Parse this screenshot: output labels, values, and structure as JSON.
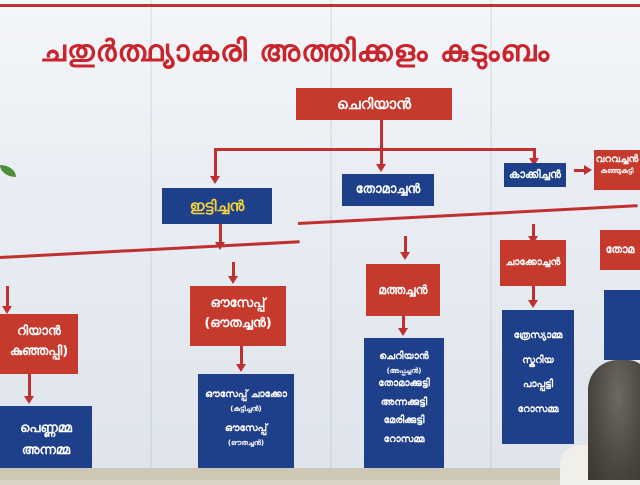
{
  "title": "ചതുർത്ഥ്യാകരി അത്തിക്കളം കുടുംബം",
  "root": "ചെറിയാൻ",
  "gen1": {
    "left": "ഇട്ടിച്ചൻ",
    "center": "തോമാച്ചൻ",
    "right": "കാക്കിച്ചൻ",
    "far_right": "വറവച്ചൻ",
    "far_right_sub": "കുഞ്ഞുകുട്ടി"
  },
  "gen2": {
    "a_line1": "റിയാൻ",
    "a_line2": "കുഞ്ഞപ്പി)",
    "b_line1": "ഔസേപ്പ്",
    "b_line2": "(ഔതച്ചൻ)",
    "c": "മത്തച്ചൻ",
    "d": "ചാക്കോച്ചൻ",
    "e": "തോമ"
  },
  "gen3": {
    "a": [
      "പെണ്ണമ്മ",
      "അന്നമ്മ"
    ],
    "b": [
      "ഔസേപ്പ് ചാക്കോ",
      "(കുട്ടിച്ചൻ)",
      "ഔസേപ്പ്",
      "(ഔതച്ചൻ)"
    ],
    "c": [
      "ചെറിയാൻ",
      "(അപ്പച്ചൻ)",
      "തോമാക്കുട്ടി",
      "അന്നക്കുട്ടി",
      "മേരിക്കുട്ടി",
      "റോസമ്മ"
    ],
    "d": [
      "ത്രേസ്യാമ്മ",
      "സ്കറിയ",
      "പാപ്പട്ടി",
      "റോസമ്മ"
    ]
  },
  "colors": {
    "red_box": "#c63a2e",
    "blue_box": "#1e3f8a",
    "connector": "#c0302f",
    "title": "#c8262c",
    "gold_text": "#f4d23c"
  }
}
